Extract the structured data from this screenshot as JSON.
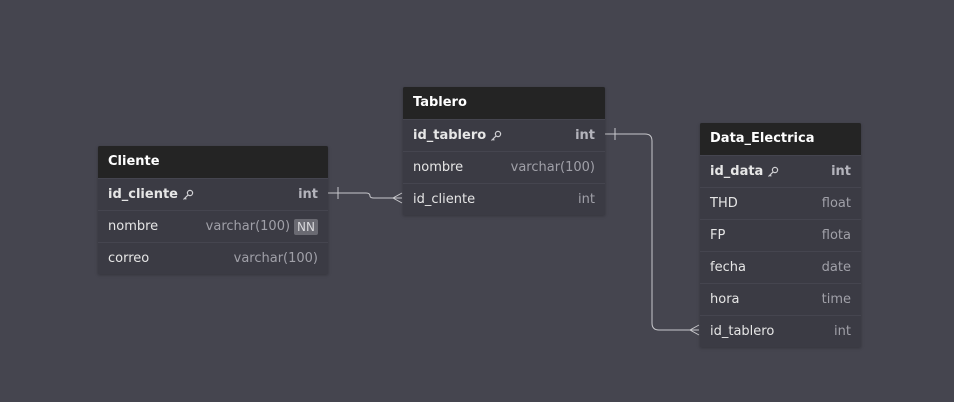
{
  "tables": {
    "cliente": {
      "title": "Cliente",
      "rows": [
        {
          "name": "id_cliente",
          "type": "int",
          "pk": true
        },
        {
          "name": "nombre",
          "type": "varchar(100)",
          "badge": "NN"
        },
        {
          "name": "correo",
          "type": "varchar(100)"
        }
      ]
    },
    "tablero": {
      "title": "Tablero",
      "rows": [
        {
          "name": "id_tablero",
          "type": "int",
          "pk": true
        },
        {
          "name": "nombre",
          "type": "varchar(100)"
        },
        {
          "name": "id_cliente",
          "type": "int"
        }
      ]
    },
    "data_electrica": {
      "title": "Data_Electrica",
      "rows": [
        {
          "name": "id_data",
          "type": "int",
          "pk": true
        },
        {
          "name": "THD",
          "type": "float"
        },
        {
          "name": "FP",
          "type": "flota"
        },
        {
          "name": "fecha",
          "type": "date"
        },
        {
          "name": "hora",
          "type": "time"
        },
        {
          "name": "id_tablero",
          "type": "int"
        }
      ]
    }
  },
  "relationships": [
    {
      "from": "Cliente.id_cliente",
      "to": "Tablero.id_cliente",
      "from_cardinality": "one",
      "to_cardinality": "many"
    },
    {
      "from": "Tablero.id_tablero",
      "to": "Data_Electrica.id_tablero",
      "from_cardinality": "one",
      "to_cardinality": "many"
    }
  ],
  "icons": {
    "primary_key": "key-icon"
  },
  "colors": {
    "background": "#45454f",
    "header": "#242424",
    "row": "#3b3b44",
    "line": "#c8c8cc"
  }
}
